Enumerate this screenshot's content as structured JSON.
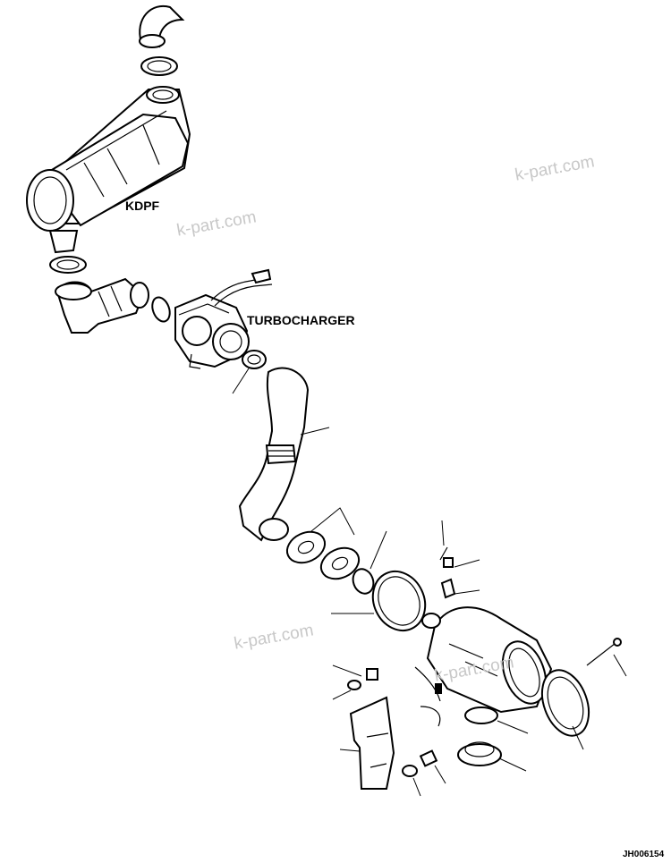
{
  "labels": {
    "kdpf": "KDPF",
    "turbocharger": "TURBOCHARGER",
    "drawing_code": "JH006154"
  },
  "watermarks": [
    "k-part.com",
    "k-part.com",
    "k-part.com",
    "k-part.com"
  ],
  "colors": {
    "ink": "#000000",
    "paper": "#ffffff",
    "watermark": "#c8c8c8"
  }
}
